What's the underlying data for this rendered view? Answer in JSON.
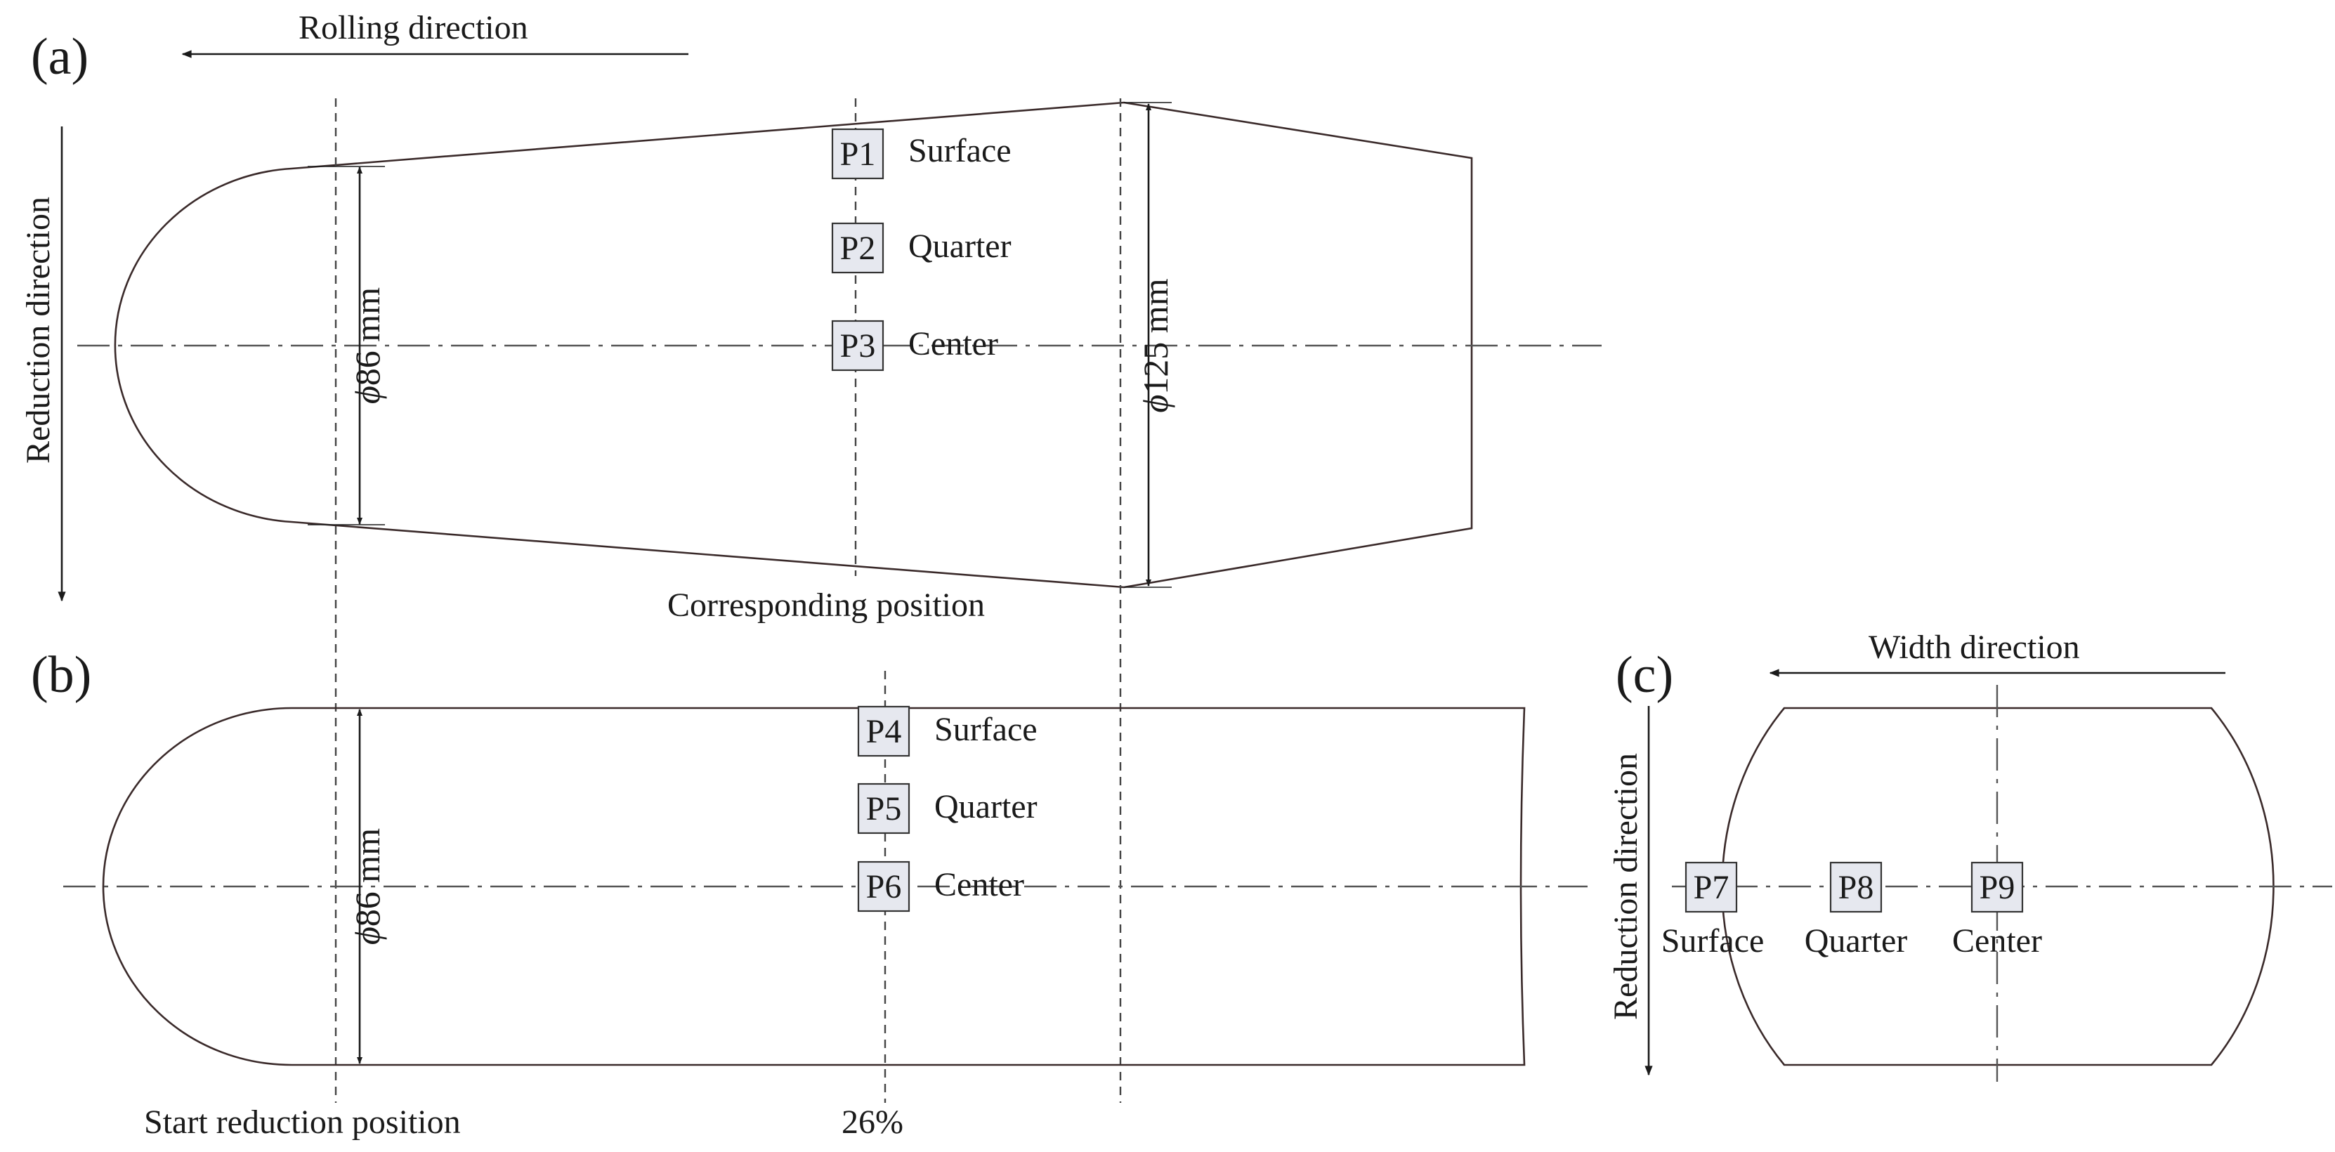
{
  "panels": {
    "a": "(a)",
    "b": "(b)",
    "c": "(c)"
  },
  "directions": {
    "rolling": "Rolling direction",
    "reduction": "Reduction direction",
    "width": "Width direction"
  },
  "dimensions": {
    "d86": "86 mm",
    "d125": "125 mm",
    "phi_symbol": "ϕ"
  },
  "annotations": {
    "corresponding_position": "Corresponding position",
    "start_reduction_position": "Start reduction position",
    "reduction_ratio": "26%"
  },
  "points": [
    {
      "id": "P1",
      "position": "Surface"
    },
    {
      "id": "P2",
      "position": "Quarter"
    },
    {
      "id": "P3",
      "position": "Center"
    },
    {
      "id": "P4",
      "position": "Surface"
    },
    {
      "id": "P5",
      "position": "Quarter"
    },
    {
      "id": "P6",
      "position": "Center"
    },
    {
      "id": "P7",
      "position": "Surface"
    },
    {
      "id": "P8",
      "position": "Quarter"
    },
    {
      "id": "P9",
      "position": "Center"
    }
  ],
  "colors": {
    "outline": "#3a2a2a",
    "point_box_fill": "#e6e8ef",
    "text": "#1a1a1a"
  }
}
